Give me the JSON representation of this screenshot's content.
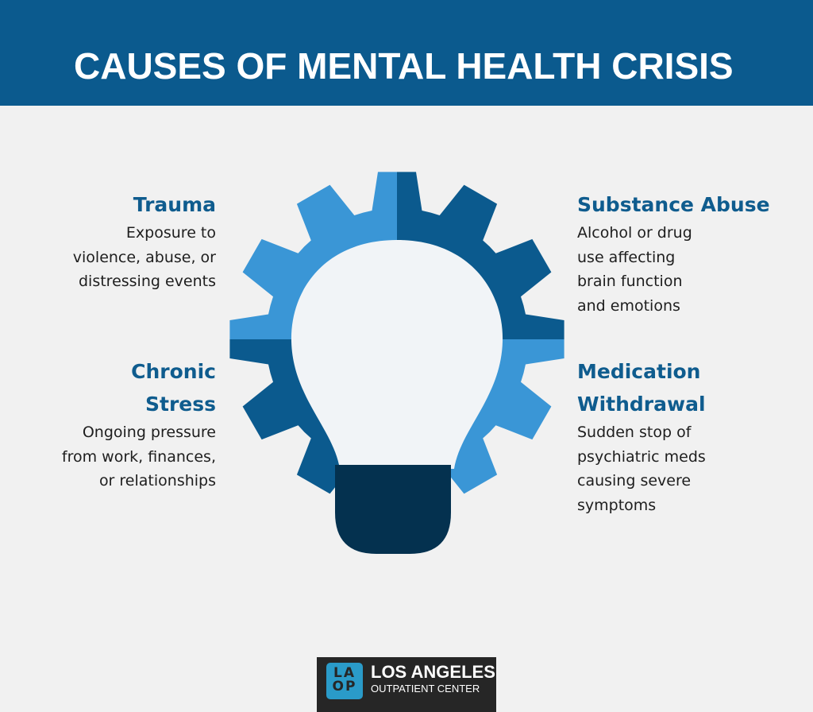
{
  "header": {
    "title": "CAUSES OF MENTAL HEALTH CRISIS"
  },
  "causes": [
    {
      "title": "Trauma",
      "lines": [
        "Exposure to",
        "violence, abuse, or",
        "distressing events"
      ]
    },
    {
      "title_lines": [
        "Chronic",
        "Stress"
      ],
      "lines": [
        "Ongoing pressure",
        "from work, finances,",
        "or relationships"
      ]
    },
    {
      "title": "Substance Abuse",
      "lines": [
        "Alcohol or drug",
        "use affecting",
        "brain function",
        "and emotions"
      ]
    },
    {
      "title_lines": [
        "Medication",
        "Withdrawal"
      ],
      "lines": [
        "Sudden stop of",
        "psychiatric meds",
        "causing severe",
        "symptoms"
      ]
    }
  ],
  "illustration": {
    "icon": "gear-lightbulb-icon",
    "colors": {
      "light": "#3a96d6",
      "dark": "#0b5a8e",
      "bulb": "#f1f4f7",
      "base": "#04314f"
    }
  },
  "logo": {
    "mark_top": "LA",
    "mark_bottom": "OP",
    "line1": "LOS ANGELES",
    "line2": "OUTPATIENT CENTER"
  }
}
